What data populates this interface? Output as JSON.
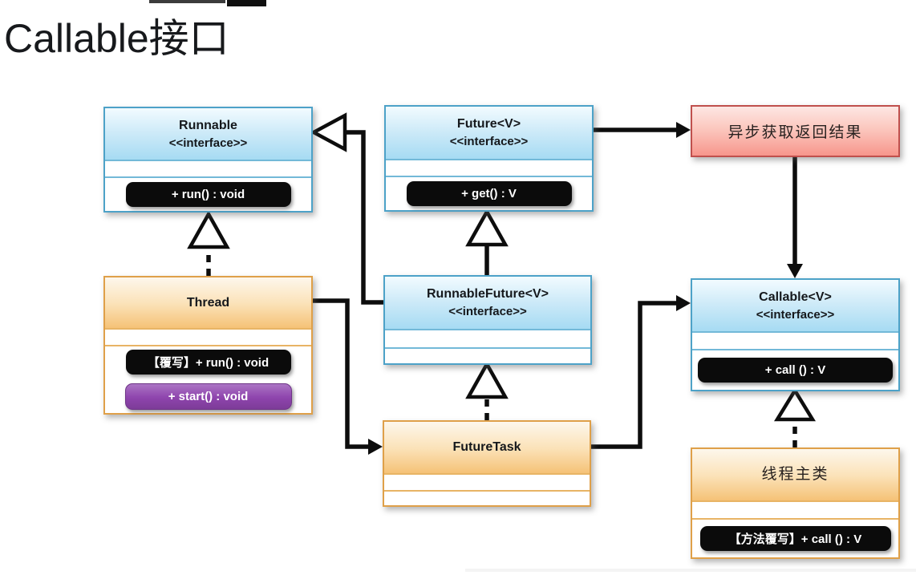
{
  "page": {
    "title": "Callable接口"
  },
  "classes": {
    "runnable": {
      "name": "Runnable",
      "stereotype": "<<interface>>",
      "method1": "+ run() : void"
    },
    "future": {
      "name": "Future<V>",
      "stereotype": "<<interface>>",
      "method1": "+ get() : V"
    },
    "thread": {
      "name": "Thread",
      "method1": "【覆写】+ run() : void",
      "method2": "+ start() : void"
    },
    "runnableFuture": {
      "name": "RunnableFuture<V>",
      "stereotype": "<<interface>>"
    },
    "callable": {
      "name": "Callable<V>",
      "stereotype": "<<interface>>",
      "method1": "+ call () : V"
    },
    "futureTask": {
      "name": "FutureTask"
    },
    "threadMain": {
      "name": "线程主类",
      "method1": "【方法覆写】+ call () : V"
    }
  },
  "notes": {
    "asyncResult": "异步获取返回结果"
  },
  "relations": [
    {
      "from": "Thread",
      "to": "Runnable",
      "type": "implements",
      "style": "dashed-hollow-triangle"
    },
    {
      "from": "RunnableFuture<V>",
      "to": "Runnable",
      "type": "extends",
      "style": "solid-hollow-triangle"
    },
    {
      "from": "RunnableFuture<V>",
      "to": "Future<V>",
      "type": "extends",
      "style": "solid-hollow-triangle"
    },
    {
      "from": "FutureTask",
      "to": "RunnableFuture<V>",
      "type": "implements",
      "style": "dashed-hollow-triangle"
    },
    {
      "from": "线程主类",
      "to": "Callable<V>",
      "type": "implements",
      "style": "dashed-hollow-triangle"
    },
    {
      "from": "Future<V>",
      "to": "异步获取返回结果",
      "type": "association",
      "style": "solid-arrow"
    },
    {
      "from": "异步获取返回结果",
      "to": "Callable<V>",
      "type": "association",
      "style": "solid-arrow"
    },
    {
      "from": "Thread",
      "to": "FutureTask",
      "type": "association",
      "style": "solid-arrow"
    },
    {
      "from": "FutureTask",
      "to": "Callable<V>",
      "type": "association",
      "style": "solid-arrow"
    }
  ],
  "colors": {
    "blueBorder": "#4da2c8",
    "orangeBorder": "#dfa049",
    "pinkBorder": "#c0504d",
    "purplePill": "#8e44ad",
    "line": "#0d0d0d"
  }
}
